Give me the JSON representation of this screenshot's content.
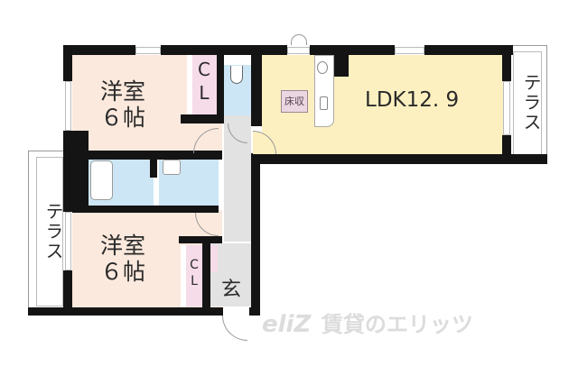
{
  "floorplan": {
    "rooms": {
      "western_room_upper": {
        "label_line1": "洋室",
        "label_line2": "６帖",
        "color": "#fbe9dd"
      },
      "western_room_lower": {
        "label_line1": "洋室",
        "label_line2": "６帖",
        "color": "#fbe9dd"
      },
      "ldk": {
        "label": "LDK12. 9",
        "color": "#fdf0c0"
      },
      "closet_upper": {
        "label_c": "C",
        "label_l": "L",
        "color": "#f6dbe8"
      },
      "closet_lower": {
        "label_c": "C",
        "label_l": "L",
        "color": "#f6dbe8"
      },
      "toilet": {
        "color": "#cde6f6"
      },
      "bathroom": {
        "color": "#cde6f6"
      },
      "washroom": {
        "color": "#cde6f6"
      },
      "hallway": {
        "color": "#e2e2e2"
      },
      "entrance": {
        "label": "玄",
        "color": "#e2e2e2"
      },
      "floor_storage": {
        "label": "床収"
      },
      "terrace_right": {
        "label": "テラス"
      },
      "terrace_left": {
        "label": "テラス"
      }
    },
    "watermark": {
      "logo": "eliZ",
      "text": "賃貸のエリッツ",
      "color": "#dcdcdc"
    },
    "wall_color": "#141414"
  }
}
